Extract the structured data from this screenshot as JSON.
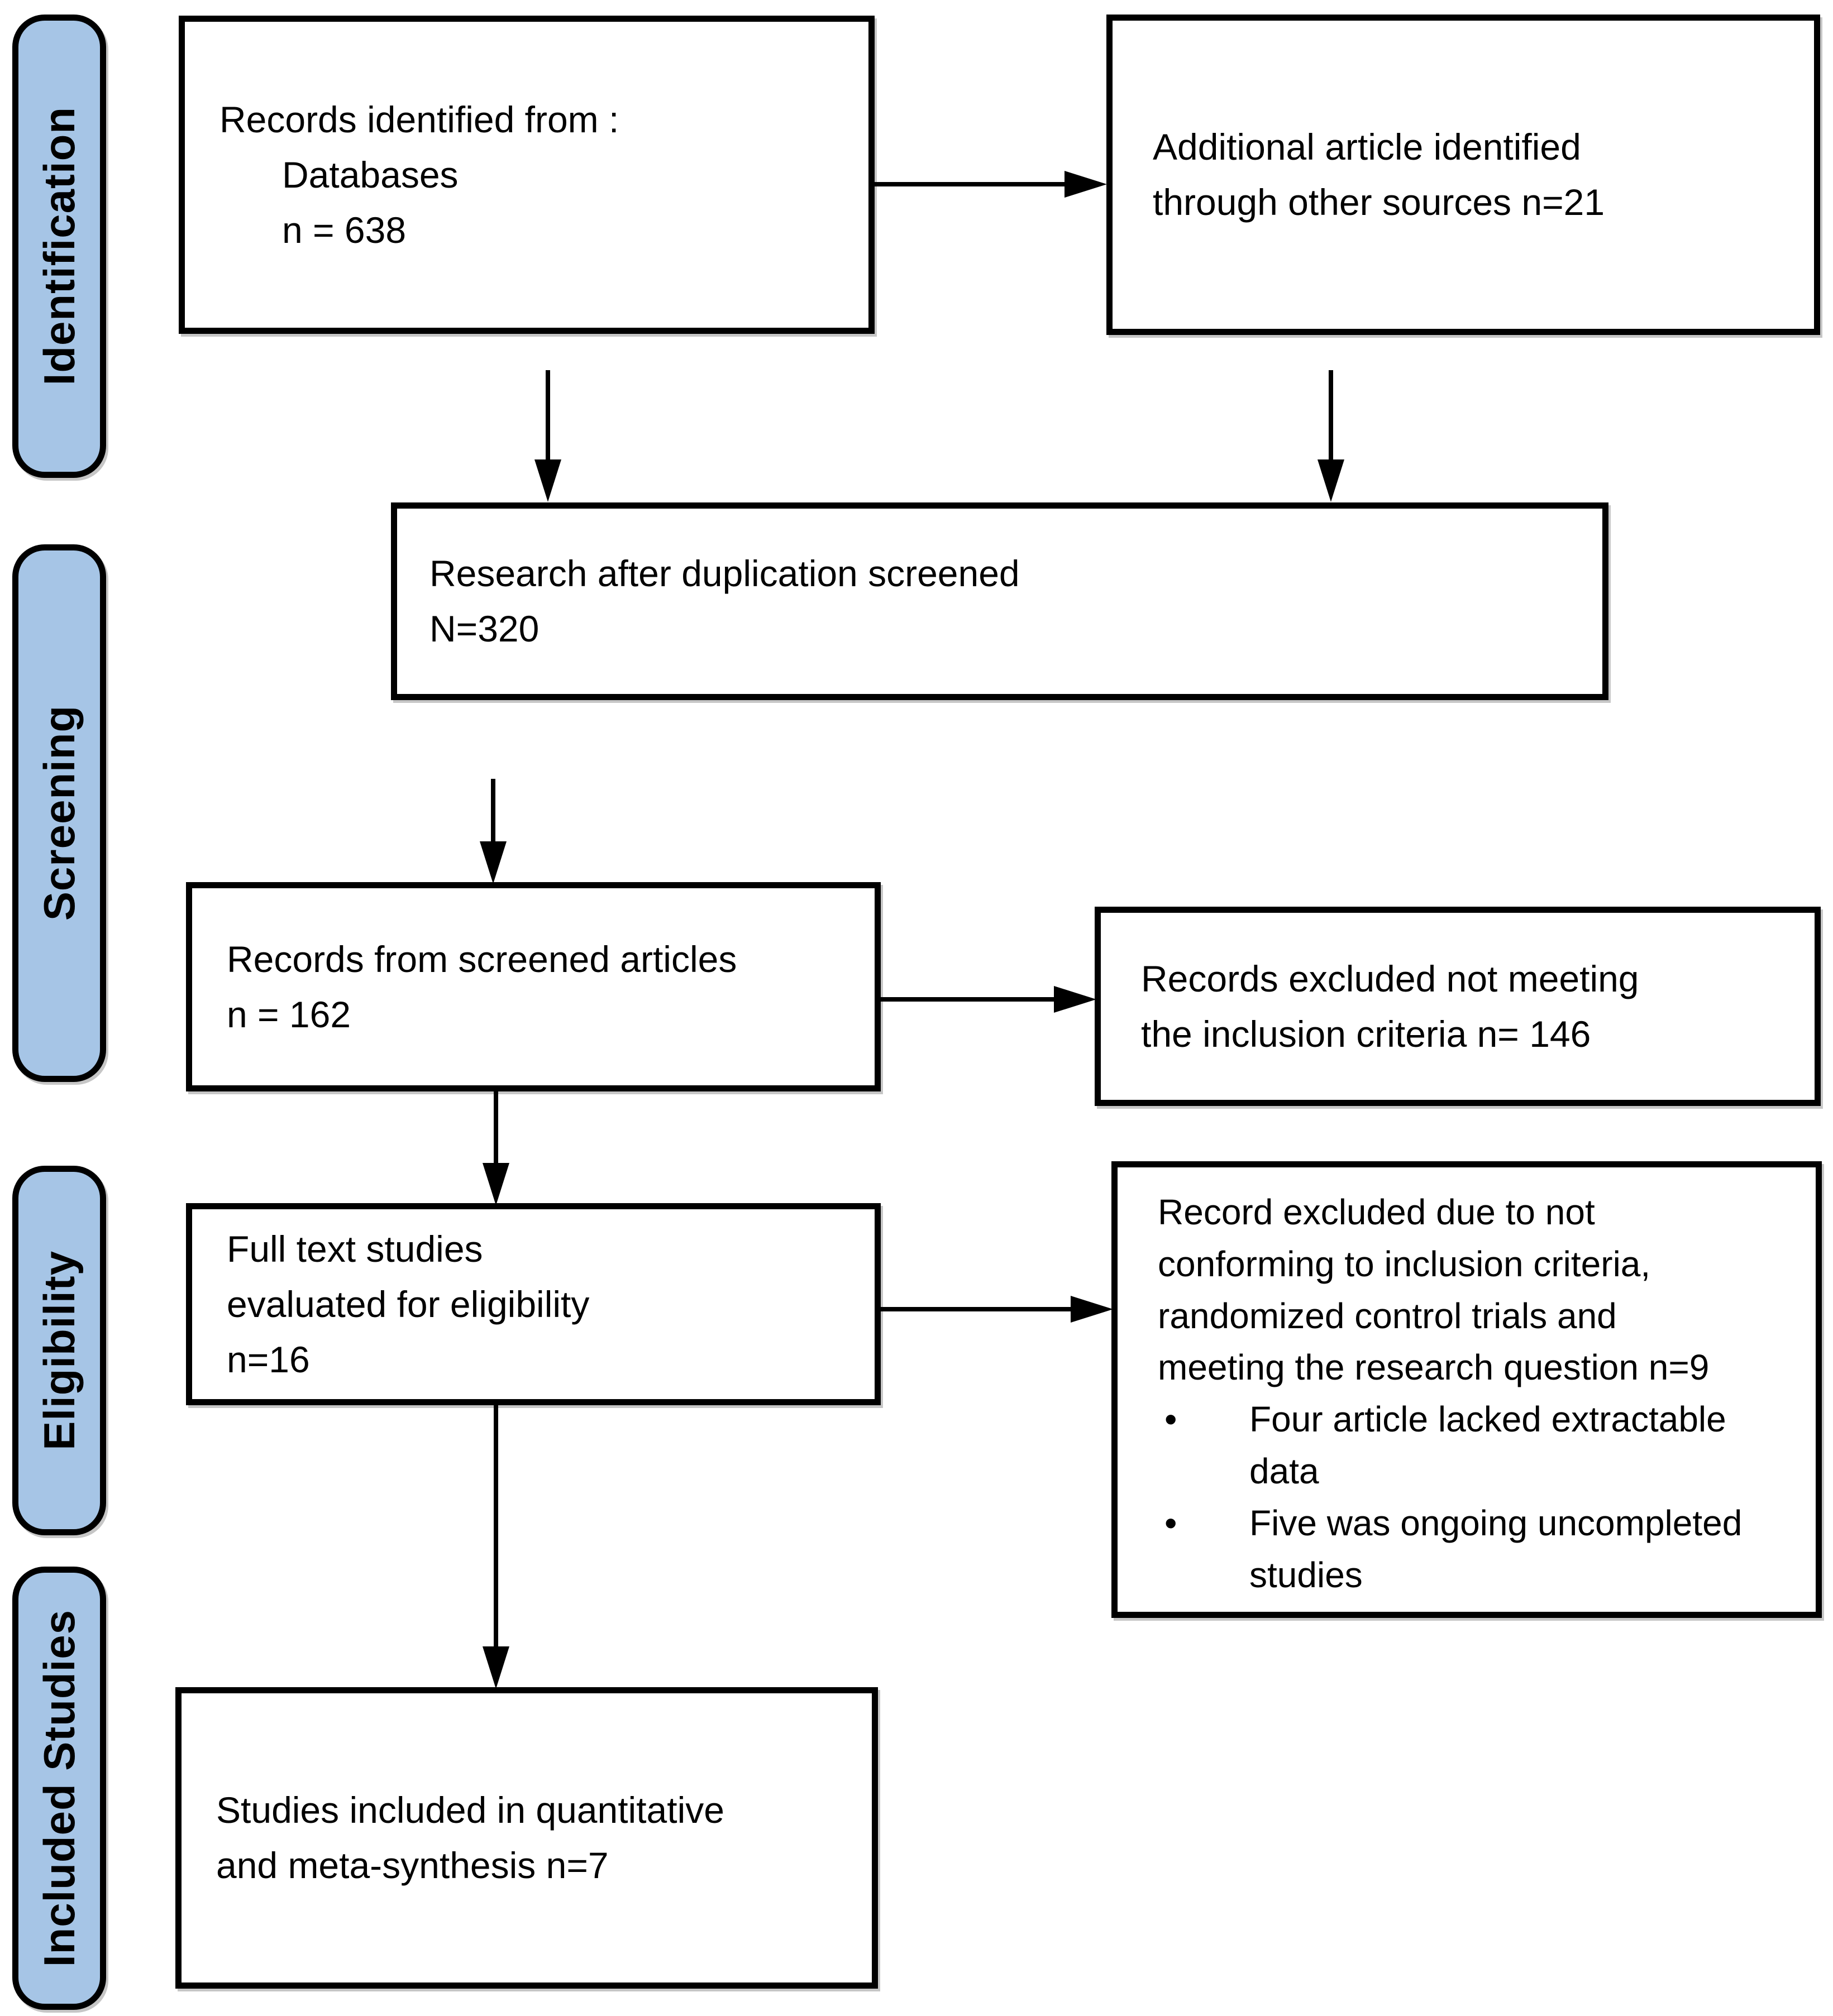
{
  "figure": {
    "background": "#ffffff",
    "accent_fill": "#a6c5e6",
    "line_color": "#000000"
  },
  "sidebar": {
    "stages": [
      {
        "label": "Identification"
      },
      {
        "label": "Screening"
      },
      {
        "label": "Eligibility"
      },
      {
        "label": "Included Studies"
      }
    ]
  },
  "boxes": {
    "records_identified": {
      "lines": [
        "Records identified from :",
        "Databases",
        "n = 638"
      ]
    },
    "additional_articles": {
      "lines": [
        "Additional article identified",
        "through other sources n=21"
      ]
    },
    "after_duplication": {
      "lines": [
        "Research after duplication screened",
        "N=320"
      ]
    },
    "records_screened": {
      "lines": [
        "Records from screened articles",
        "n = 162"
      ]
    },
    "records_excluded": {
      "lines": [
        "Records excluded not meeting",
        "the inclusion criteria n= 146"
      ]
    },
    "full_text": {
      "lines": [
        "Full text studies",
        "evaluated for eligibility",
        "n=16"
      ]
    },
    "full_text_excluded": {
      "lines": [
        "Record excluded due to not",
        "conforming to inclusion criteria,",
        "randomized control trials and",
        "meeting the research question n=9"
      ],
      "bullet_glyph": "•",
      "bullets": [
        {
          "lines": [
            "Four article lacked extractable",
            "data"
          ]
        },
        {
          "lines": [
            "Five was ongoing uncompleted",
            "studies"
          ]
        }
      ]
    },
    "included_studies": {
      "lines": [
        "Studies included in quantitative",
        "and meta-synthesis n=7"
      ]
    }
  }
}
